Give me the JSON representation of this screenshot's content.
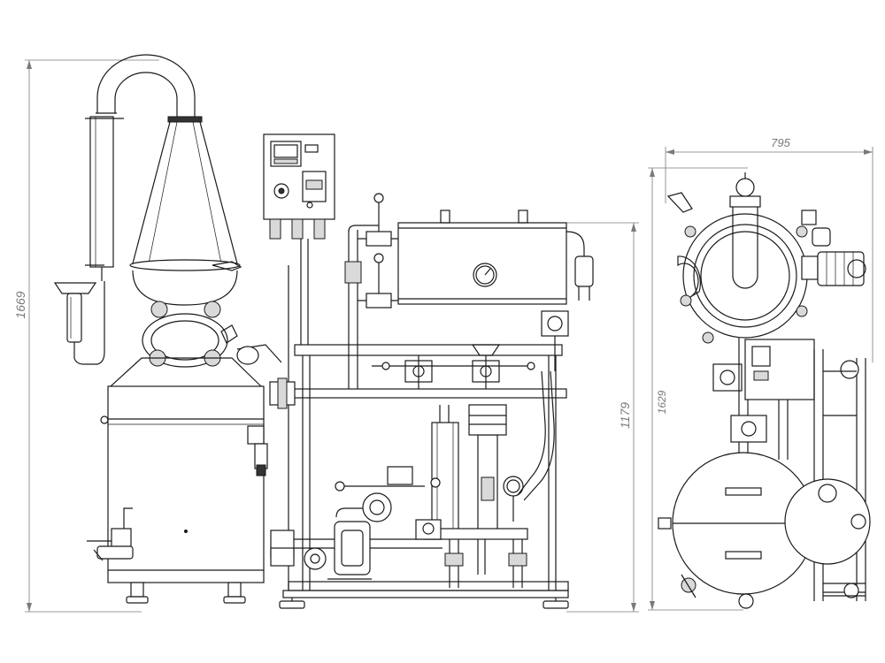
{
  "dimensions": {
    "total_height": "1669",
    "frame_height": "1179",
    "side_width": "795",
    "side_height": "1629"
  },
  "colors": {
    "line": "#1a1a1a",
    "dimension": "#7a7a7a",
    "background": "#ffffff"
  }
}
